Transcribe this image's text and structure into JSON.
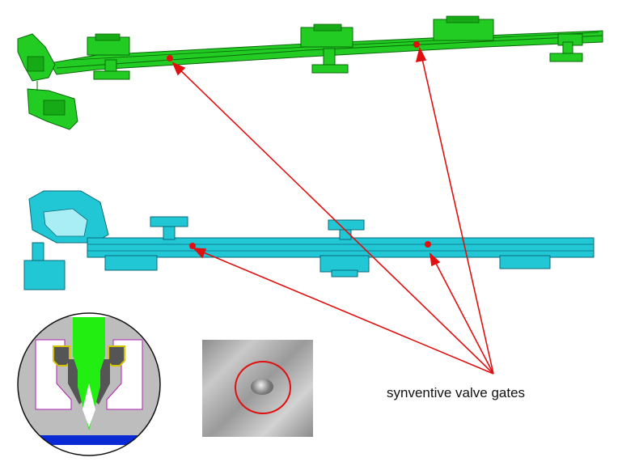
{
  "annotation": {
    "label": "synventive valve gates"
  },
  "colors": {
    "top_part": "#22cc22",
    "bottom_part": "#22c7d6",
    "arrow": "#e01010",
    "gate_marker": "#e01010",
    "nozzle_body": "#bdbdbd",
    "nozzle_channel": "#22ee11",
    "nozzle_base": "#0a2ad6"
  },
  "gates": {
    "top_count": 2,
    "bottom_count": 2
  }
}
